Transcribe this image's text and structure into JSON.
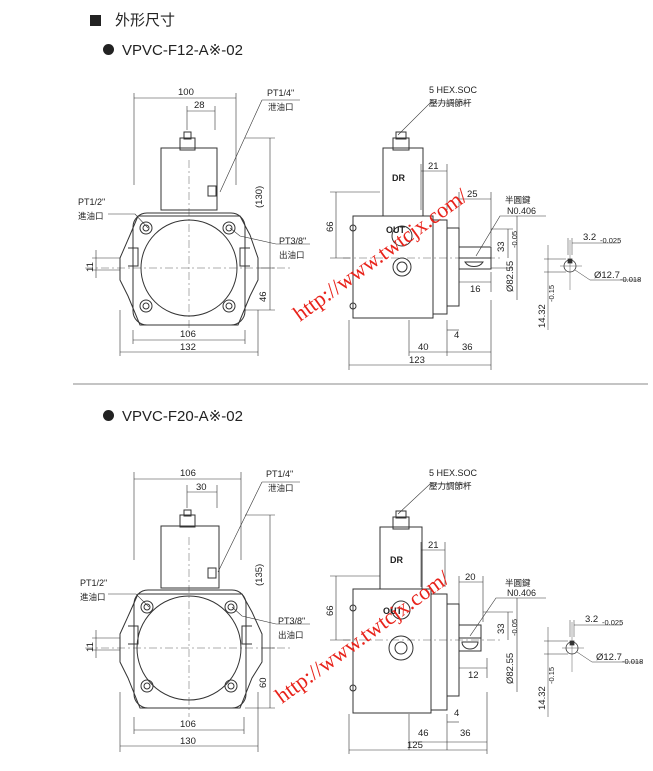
{
  "header": {
    "title": "外形尺寸"
  },
  "sections": [
    {
      "model": "VPVC-F12-A※-02",
      "front": {
        "width_top": "100",
        "offset_top": "28",
        "height": "(130)",
        "width_inner": "106",
        "width_outer": "132",
        "shaft_low": "11",
        "bottom_h": "46",
        "port_drain": "PT1/4\"",
        "port_drain_cn": "泄油口",
        "port_in": "PT1/2\"",
        "port_in_cn": "進油口",
        "port_out": "PT3/8\"",
        "port_out_cn": "出油口"
      },
      "side": {
        "hex": "5 HEX.SOC",
        "hex_cn": "壓力調節杆",
        "key": "半圓鍵",
        "key_no": "N0.406",
        "d21": "21",
        "d25": "25",
        "d66": "66",
        "d33": "33",
        "d16": "16",
        "d4": "4",
        "d40": "40",
        "d36": "36",
        "d123": "123",
        "dia": "Ø82.55",
        "dia_tol": "-0.05",
        "dr": "DR",
        "out": "OUT"
      },
      "shaft": {
        "w": "3.2",
        "w_tol": "-0.025",
        "d": "Ø12.7",
        "d_tol": "-0.018",
        "h": "14.32",
        "h_tol": "-0.15"
      }
    },
    {
      "model": "VPVC-F20-A※-02",
      "front": {
        "width_top": "106",
        "offset_top": "30",
        "height": "(135)",
        "width_inner": "106",
        "width_outer": "130",
        "shaft_low": "11",
        "bottom_h": "60",
        "port_drain": "PT1/4\"",
        "port_drain_cn": "泄油口",
        "port_in": "PT1/2\"",
        "port_in_cn": "進油口",
        "port_out": "PT3/8\"",
        "port_out_cn": "出油口"
      },
      "side": {
        "hex": "5 HEX.SOC",
        "hex_cn": "壓力調節杆",
        "key": "半圓鍵",
        "key_no": "N0.406",
        "d21": "21",
        "d25": "20",
        "d66": "66",
        "d33": "33",
        "d16": "12",
        "d4": "4",
        "d40": "46",
        "d36": "36",
        "d123": "125",
        "dia": "Ø82.55",
        "dia_tol": "-0.05",
        "dr": "DR",
        "out": "OUT"
      },
      "shaft": {
        "w": "3.2",
        "w_tol": "-0.025",
        "d": "Ø12.7",
        "d_tol": "-0.018",
        "h": "14.32",
        "h_tol": "-0.15"
      }
    }
  ],
  "watermark": "http://www.twtcjx.com/",
  "colors": {
    "line": "#333333",
    "watermark": "#e8231b",
    "divider": "#888888"
  }
}
